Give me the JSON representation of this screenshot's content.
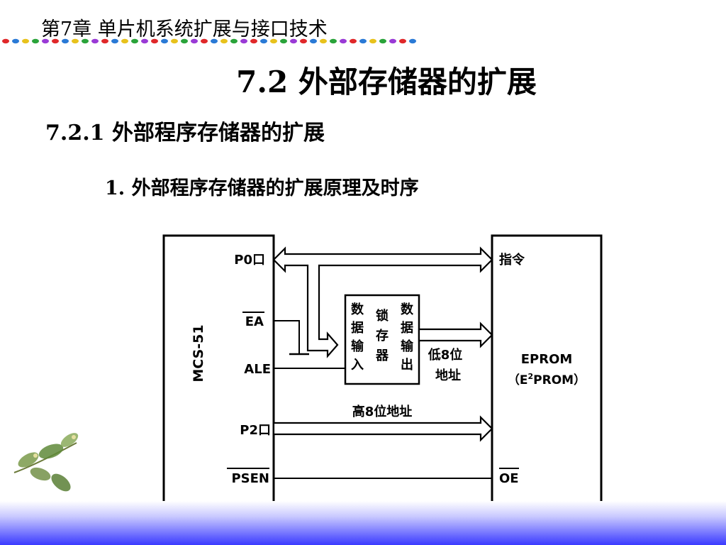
{
  "header": {
    "chapter": "第7章  单片机系统扩展与接口技术",
    "dot_colors": [
      "#e0282a",
      "#2a7ad6",
      "#e8c21c",
      "#2aa33a",
      "#9a3ad6"
    ]
  },
  "slide": {
    "title": "7.2 外部存储器的扩展",
    "subtitle": "7.2.1 外部程序存储器的扩展",
    "item": "1. 外部程序存储器的扩展原理及时序"
  },
  "diagram": {
    "mcu": {
      "name": "MCS-51",
      "pins": {
        "p0": "P0口",
        "ea": "EA",
        "ale": "ALE",
        "p2": "P2口",
        "psen": "PSEN"
      }
    },
    "latch": {
      "col_left": [
        "数",
        "据",
        "输",
        "入"
      ],
      "col_mid": [
        "锁",
        "存",
        "器"
      ],
      "col_right": [
        "数",
        "据",
        "输",
        "出"
      ]
    },
    "eprom": {
      "instr": "指令",
      "name": "EPROM",
      "alt_pre": "（E",
      "alt_sup": "2",
      "alt_post": "PROM）",
      "oe": "OE"
    },
    "labels": {
      "low_line1": "低8位",
      "low_line2": "地址",
      "high": "高8位地址"
    }
  }
}
